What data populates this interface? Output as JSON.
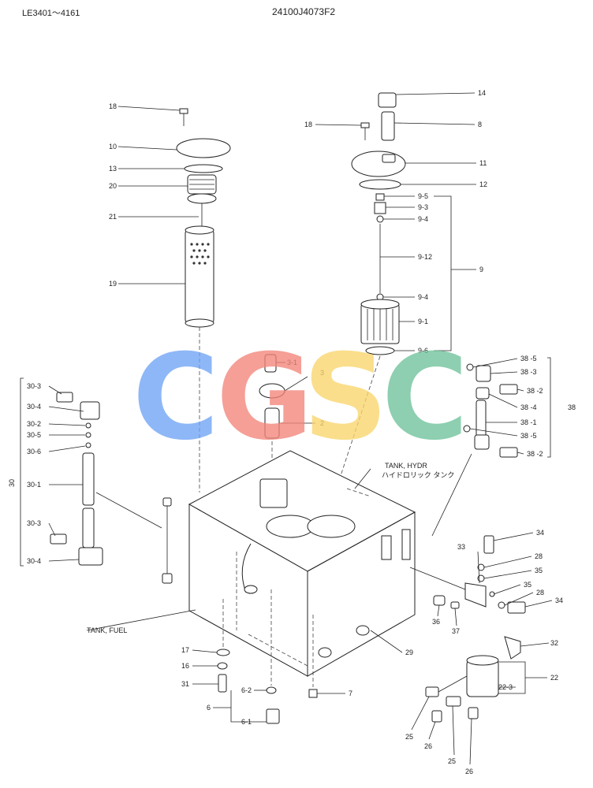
{
  "header": {
    "ref_left": "LE3401～4161",
    "ref_center": "24100J4073F2"
  },
  "labels": {
    "p18a": "18",
    "p10": "10",
    "p13": "13",
    "p20": "20",
    "p21": "21",
    "p19": "19",
    "p14": "14",
    "p8": "8",
    "p18b": "18",
    "p11": "11",
    "p12": "12",
    "p9_5": "9-5",
    "p9_3": "9-3",
    "p9_4a": "9-4",
    "p9_12": "9-12",
    "p9": "9",
    "p9_4b": "9-4",
    "p9_1": "9-1",
    "p9_6": "9-6",
    "p3_1": "3-1",
    "p3": "3",
    "p2": "2",
    "p38_5a": "38 -5",
    "p38_3": "38 -3",
    "p38_2a": "38 -2",
    "p38_4": "38 -4",
    "p38": "38",
    "p38_1": "38 -1",
    "p38_5b": "38 -5",
    "p38_2b": "38 -2",
    "p30_3a": "30-3",
    "p30_4a": "30-4",
    "p30_2": "30-2",
    "p30_5": "30-5",
    "p30_6": "30-6",
    "p30": "30",
    "p30_1": "30-1",
    "p30_3b": "30-3",
    "p30_4b": "30-4",
    "tank_hydr_en": "TANK, HYDR",
    "tank_hydr_jp": "ハイドロリック タンク",
    "p34a": "34",
    "p33": "33",
    "p28a": "28",
    "p35a": "35",
    "p35b": "35",
    "p28b": "28",
    "p34b": "34",
    "p36": "36",
    "p37": "37",
    "p32": "32",
    "p22": "22",
    "p22_3": "22-3",
    "tank_fuel": "TANK, FUEL",
    "p29": "29",
    "p17": "17",
    "p16": "16",
    "p31": "31",
    "p6_2": "6-2",
    "p6": "6",
    "p6_1": "6-1",
    "p7": "7",
    "p25a": "25",
    "p26a": "26",
    "p25b": "25",
    "p26b": "26"
  },
  "watermark": {
    "letters": [
      "C",
      "G",
      "S",
      "C"
    ],
    "colors": [
      "#6fa3f5",
      "#f3857a",
      "#f9d66b",
      "#6ec29a"
    ]
  }
}
